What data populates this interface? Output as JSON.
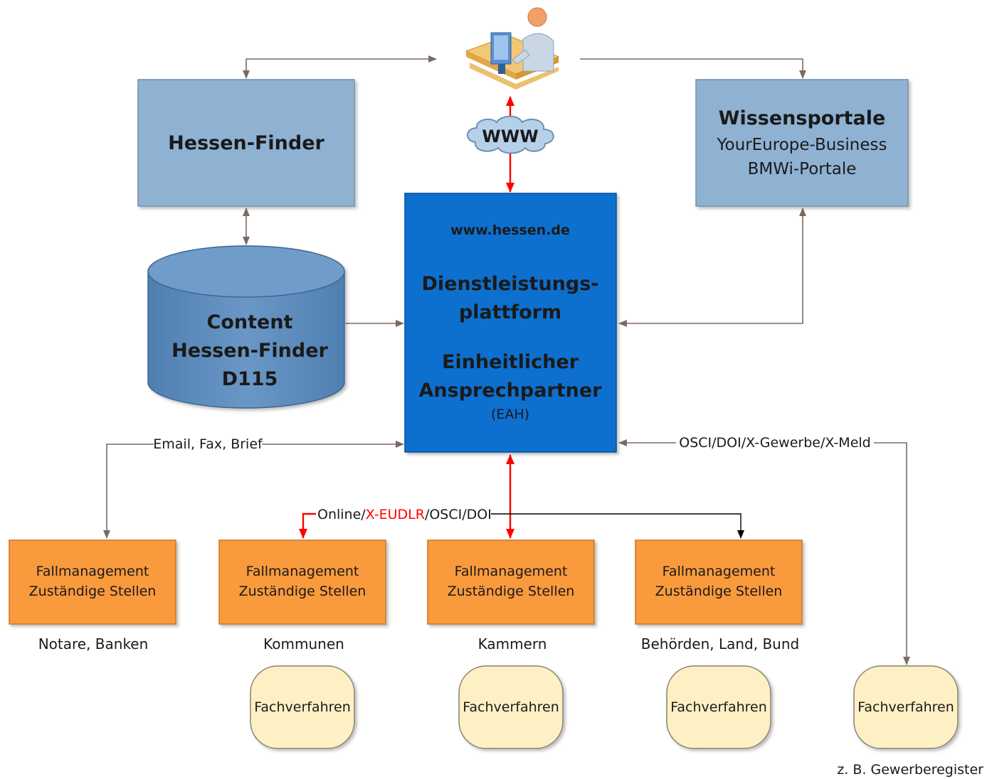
{
  "user_icon": "user-at-computer-icon",
  "www_cloud": {
    "label": "WWW"
  },
  "hessen_finder": {
    "title": "Hessen-Finder"
  },
  "wissensportale": {
    "title": "Wissensportale",
    "line1": "YourEurope-Business",
    "line2": "BMWi-Portale"
  },
  "content_db": {
    "line1": "Content",
    "line2": "Hessen-Finder",
    "line3": "D115"
  },
  "platform": {
    "url": "www.hessen.de",
    "line1": "Dienstleistungs-",
    "line2": "plattform",
    "line3": "Einheitlicher",
    "line4": "Ansprechpartner",
    "abbr": "(EAH)"
  },
  "edge_labels": {
    "email": "Email, Fax, Brief",
    "osci": "OSCI/DOI/X-Gewerbe/X-Meld",
    "online_part1": "Online/",
    "online_red": "X-EUDLR",
    "online_part2": "/OSCI/DOI"
  },
  "fallmanagement": [
    {
      "line1": "Fallmanagement",
      "line2": "Zuständige Stellen",
      "caption": "Notare, Banken"
    },
    {
      "line1": "Fallmanagement",
      "line2": "Zuständige Stellen",
      "caption": "Kommunen"
    },
    {
      "line1": "Fallmanagement",
      "line2": "Zuständige Stellen",
      "caption": "Kammern"
    },
    {
      "line1": "Fallmanagement",
      "line2": "Zuständige Stellen",
      "caption": "Behörden, Land, Bund"
    }
  ],
  "fachverfahren": [
    {
      "label": "Fachverfahren"
    },
    {
      "label": "Fachverfahren"
    },
    {
      "label": "Fachverfahren"
    },
    {
      "label": "Fachverfahren"
    }
  ],
  "footnote": "z. B. Gewerberegister",
  "colors": {
    "light_box": "#8fb2d3",
    "platform": "#0a6fcf",
    "database": "#5a88b8",
    "orange_box": "#f99a3e",
    "fachverfahren": "#fdf0c4",
    "connector": "#7a6a62",
    "red_connector": "#ff0000"
  }
}
